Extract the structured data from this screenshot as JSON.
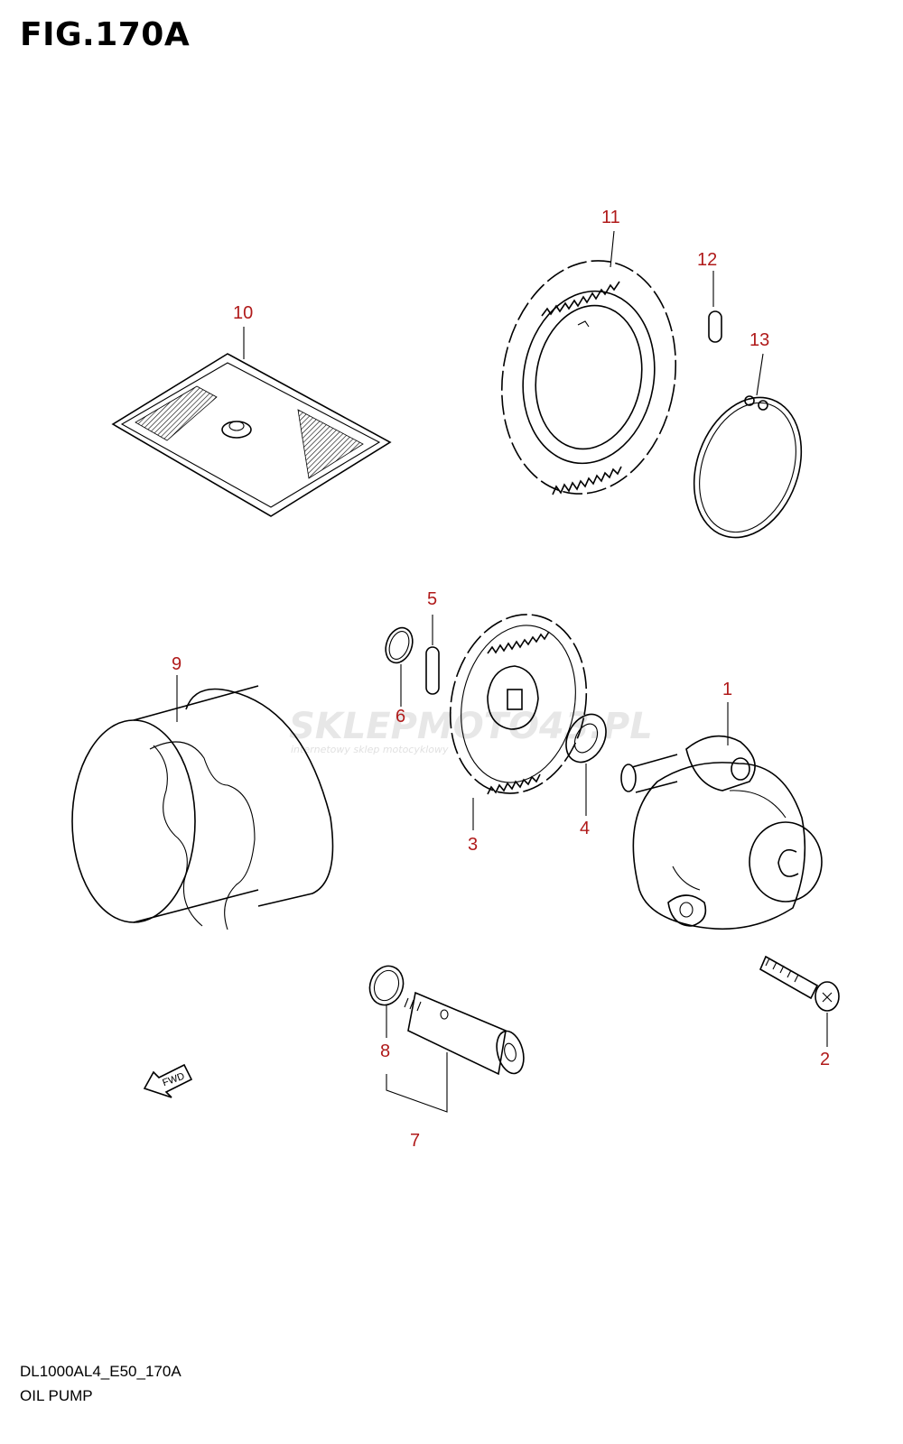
{
  "figure": {
    "title": "FIG.170A",
    "code": "DL1000AL4_E50_170A",
    "caption": "OIL PUMP"
  },
  "callouts": [
    "1",
    "2",
    "3",
    "4",
    "5",
    "6",
    "7",
    "8",
    "9",
    "10",
    "11",
    "12",
    "13"
  ],
  "fwd_label": "FWD",
  "watermark": {
    "brand": "SKLEPMOTO43.PL",
    "tagline": "internetowy sklep motocyklowy"
  },
  "colors": {
    "callout": "#b01a1a",
    "line": "#000000",
    "watermark": "#d9d9d9"
  }
}
